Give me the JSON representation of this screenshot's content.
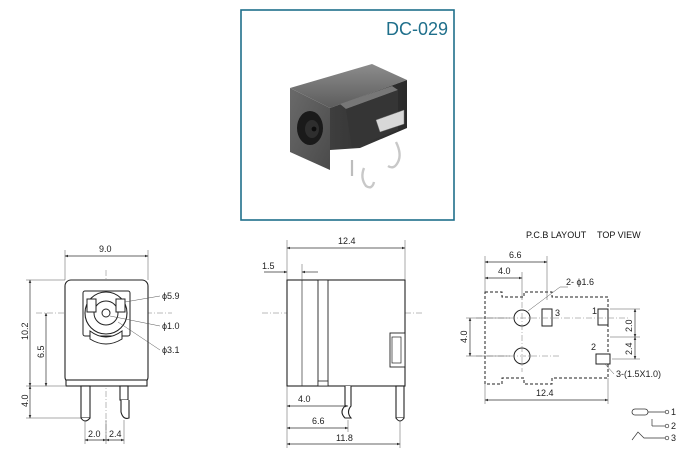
{
  "product": {
    "model": "DC-029",
    "title_color": "#1f6f8b",
    "frame_color": "#1f6f8b"
  },
  "front_view": {
    "width": "9.0",
    "height": "10.2",
    "center_height": "6.5",
    "pin_length": "4.0",
    "pin_pitch_a": "2.0",
    "pin_pitch_b": "2.4",
    "dia_outer": "5.9",
    "dia_pin": "1.0",
    "dia_mid": "3.1",
    "phi": "ϕ"
  },
  "side_view": {
    "length": "12.4",
    "front_flange": "1.5",
    "pin_offset": "4.0",
    "pin_spacing": "6.6",
    "body_length": "11.8"
  },
  "pcb_layout": {
    "title": "P.C.B LAYOUT",
    "subtitle": "TOP VIEW",
    "dim_66": "6.6",
    "dim_40_top": "4.0",
    "holes": "2- ϕ1.6",
    "dim_40_left": "4.0",
    "dim_20": "2.0",
    "dim_24": "2.4",
    "slots": "3-(1.5X1.0)",
    "dim_124": "12.4",
    "pad_labels": [
      "3",
      "1",
      "2"
    ]
  },
  "schematic": {
    "pins": [
      "1",
      "2",
      "3"
    ]
  }
}
